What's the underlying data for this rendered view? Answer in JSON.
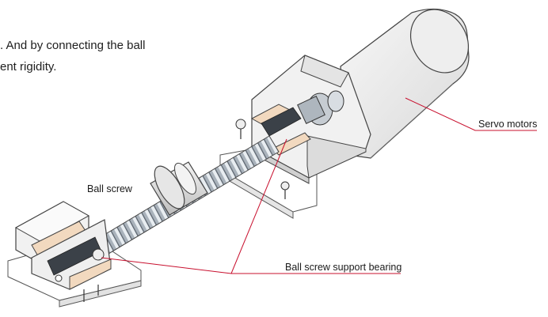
{
  "intro_text": {
    "line1": ".  And by connecting the ball",
    "line2": "ent rigidity."
  },
  "labels": {
    "ball_screw": "Ball screw",
    "servo_motors": "Servo motors",
    "support_bearing": "Ball screw support bearing"
  },
  "colors": {
    "leader_line": "#c8102e",
    "bearing_insert": "#f2d9bf",
    "housing": "#f1f1f1",
    "outline": "#444444"
  }
}
